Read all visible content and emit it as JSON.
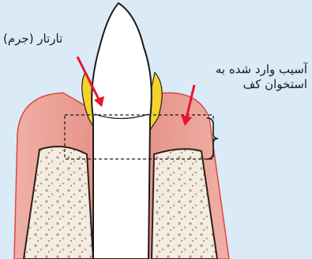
{
  "labels": {
    "tartar": "تارتار (جرم)",
    "bone_damage_line1": "آسیب وارد شده به",
    "bone_damage_line2": "استخوان کف"
  },
  "colors": {
    "background": "#daeaf7",
    "gum": "#e9968e",
    "gum_edge": "#d94a3c",
    "tartar": "#f2d22c",
    "bone": "#f3ece2",
    "bone_speckle": "#b69a72",
    "tooth": "#ffffff",
    "arrow": "#e8152b"
  },
  "icons": [
    "tooth-illustration",
    "arrow-to-tartar",
    "arrow-to-bone",
    "bracket-brace"
  ]
}
